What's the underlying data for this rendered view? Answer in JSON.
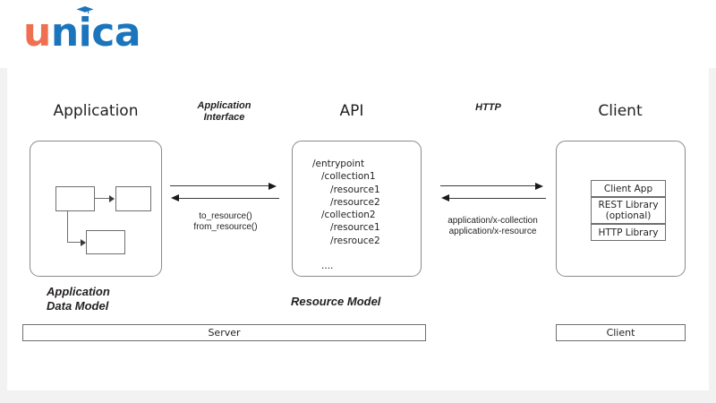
{
  "brand": {
    "name": "unica",
    "letter_u": "u",
    "letters_rest": "n",
    "letter_i": "i",
    "letters_tail": "ca",
    "color_orange": "#ef7050",
    "color_blue": "#1b75bc",
    "cap_icon": "graduation-cap-icon"
  },
  "diagram": {
    "columns": {
      "application": "Application",
      "api": "API",
      "client": "Client"
    },
    "connectors": {
      "app_interface": {
        "title": "Application\nInterface",
        "title_line1": "Application",
        "title_line2": "Interface",
        "caption_line1": "to_resource()",
        "caption_line2": "from_resource()"
      },
      "http": {
        "title": "HTTP",
        "caption_line1": "application/x-collection",
        "caption_line2": "application/x-resource"
      }
    },
    "api_tree": [
      "/entrypoint",
      "   /collection1",
      "      /resource1",
      "      /resource2",
      "   /collection2",
      "      /resource1",
      "      /resrouce2",
      "",
      "   ...."
    ],
    "client_stack": [
      {
        "label": "Client App"
      },
      {
        "label": "REST Library\n(optional)"
      },
      {
        "label": "HTTP Library"
      }
    ],
    "captions": {
      "application_data_model_line1": "Application",
      "application_data_model_line2": "Data Model",
      "resource_model": "Resource Model"
    },
    "bands": {
      "server": "Server",
      "client": "Client"
    }
  }
}
